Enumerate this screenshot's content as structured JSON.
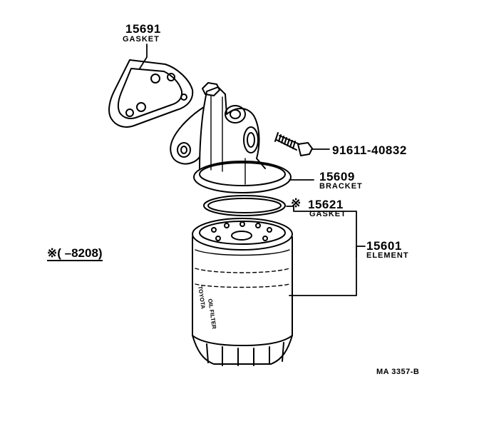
{
  "parts": {
    "gasket_top": {
      "number": "15691",
      "name": "GASKET"
    },
    "bolt": {
      "number": "91611-40832"
    },
    "bracket": {
      "number": "15609",
      "name": "BRACKET"
    },
    "gasket_ring": {
      "mark": "※",
      "number": "15621",
      "name": "GASKET"
    },
    "element": {
      "number": "15601",
      "name": "ELEMENT"
    }
  },
  "applicability_note": "※(      –8208)",
  "filter_markings": {
    "line1": "TOYOTA",
    "line2": "OIL FILTER"
  },
  "drawing_code": "MA  3357-B"
}
